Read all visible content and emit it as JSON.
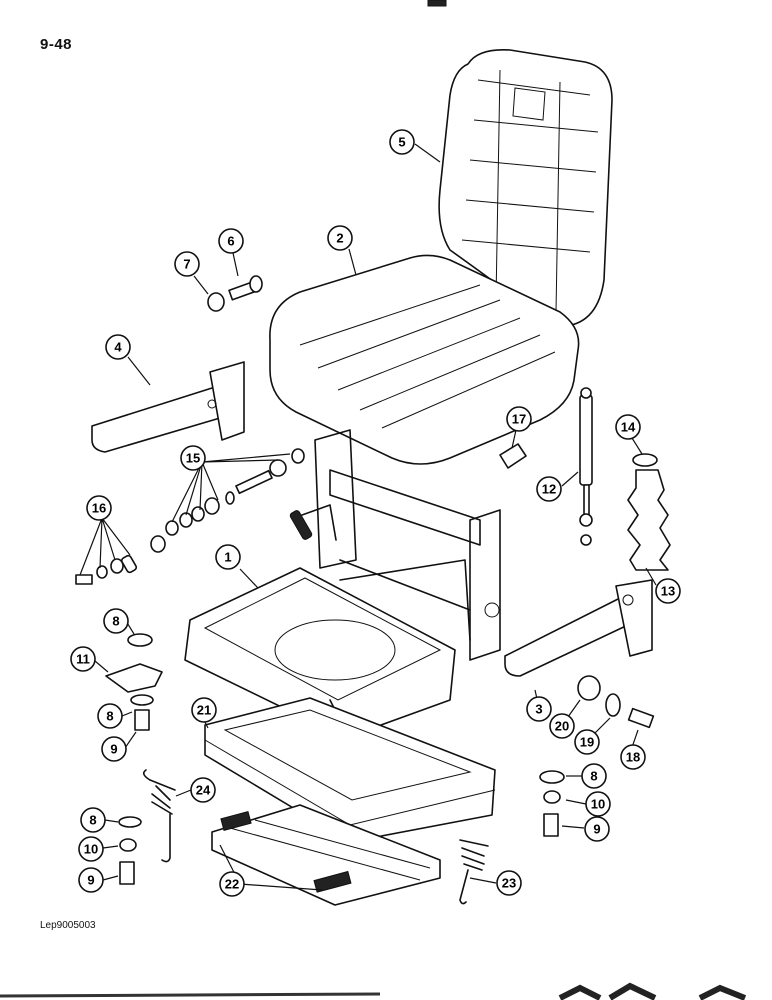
{
  "page": {
    "number": "9-48",
    "reference": "Lep9005003"
  },
  "callouts": [
    "1",
    "2",
    "3",
    "4",
    "5",
    "6",
    "7",
    "8",
    "9",
    "10",
    "11",
    "12",
    "13",
    "14",
    "15",
    "16",
    "17",
    "18",
    "19",
    "20",
    "21",
    "22",
    "23",
    "24"
  ]
}
